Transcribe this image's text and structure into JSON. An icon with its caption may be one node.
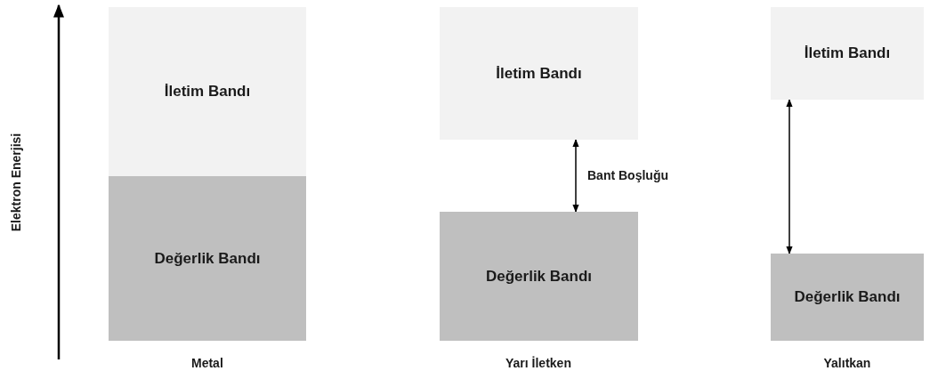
{
  "diagram": {
    "nodes": [
      {
        "text": [
          "İletim Bandı"
        ]
      },
      {
        "text": [
          "Değerlik Bandı"
        ]
      },
      {
        "text": [
          "İletim Bandı"
        ]
      },
      {
        "text": [
          "Değerlik Bandı"
        ]
      },
      {
        "text": [
          "İletim Bandı"
        ]
      },
      {
        "text": [
          "Değerlik Bandı"
        ]
      }
    ],
    "edges": [
      {
        "from": 2,
        "to": 3,
        "arrow": "both",
        "label": "Bant Boşluğu"
      },
      {
        "from": 4,
        "to": 5,
        "arrow": "both"
      }
    ],
    "labels": [
      "Elektron Enerjisi",
      "Metal",
      "Yarı İletken",
      "Yalıtkan"
    ]
  }
}
